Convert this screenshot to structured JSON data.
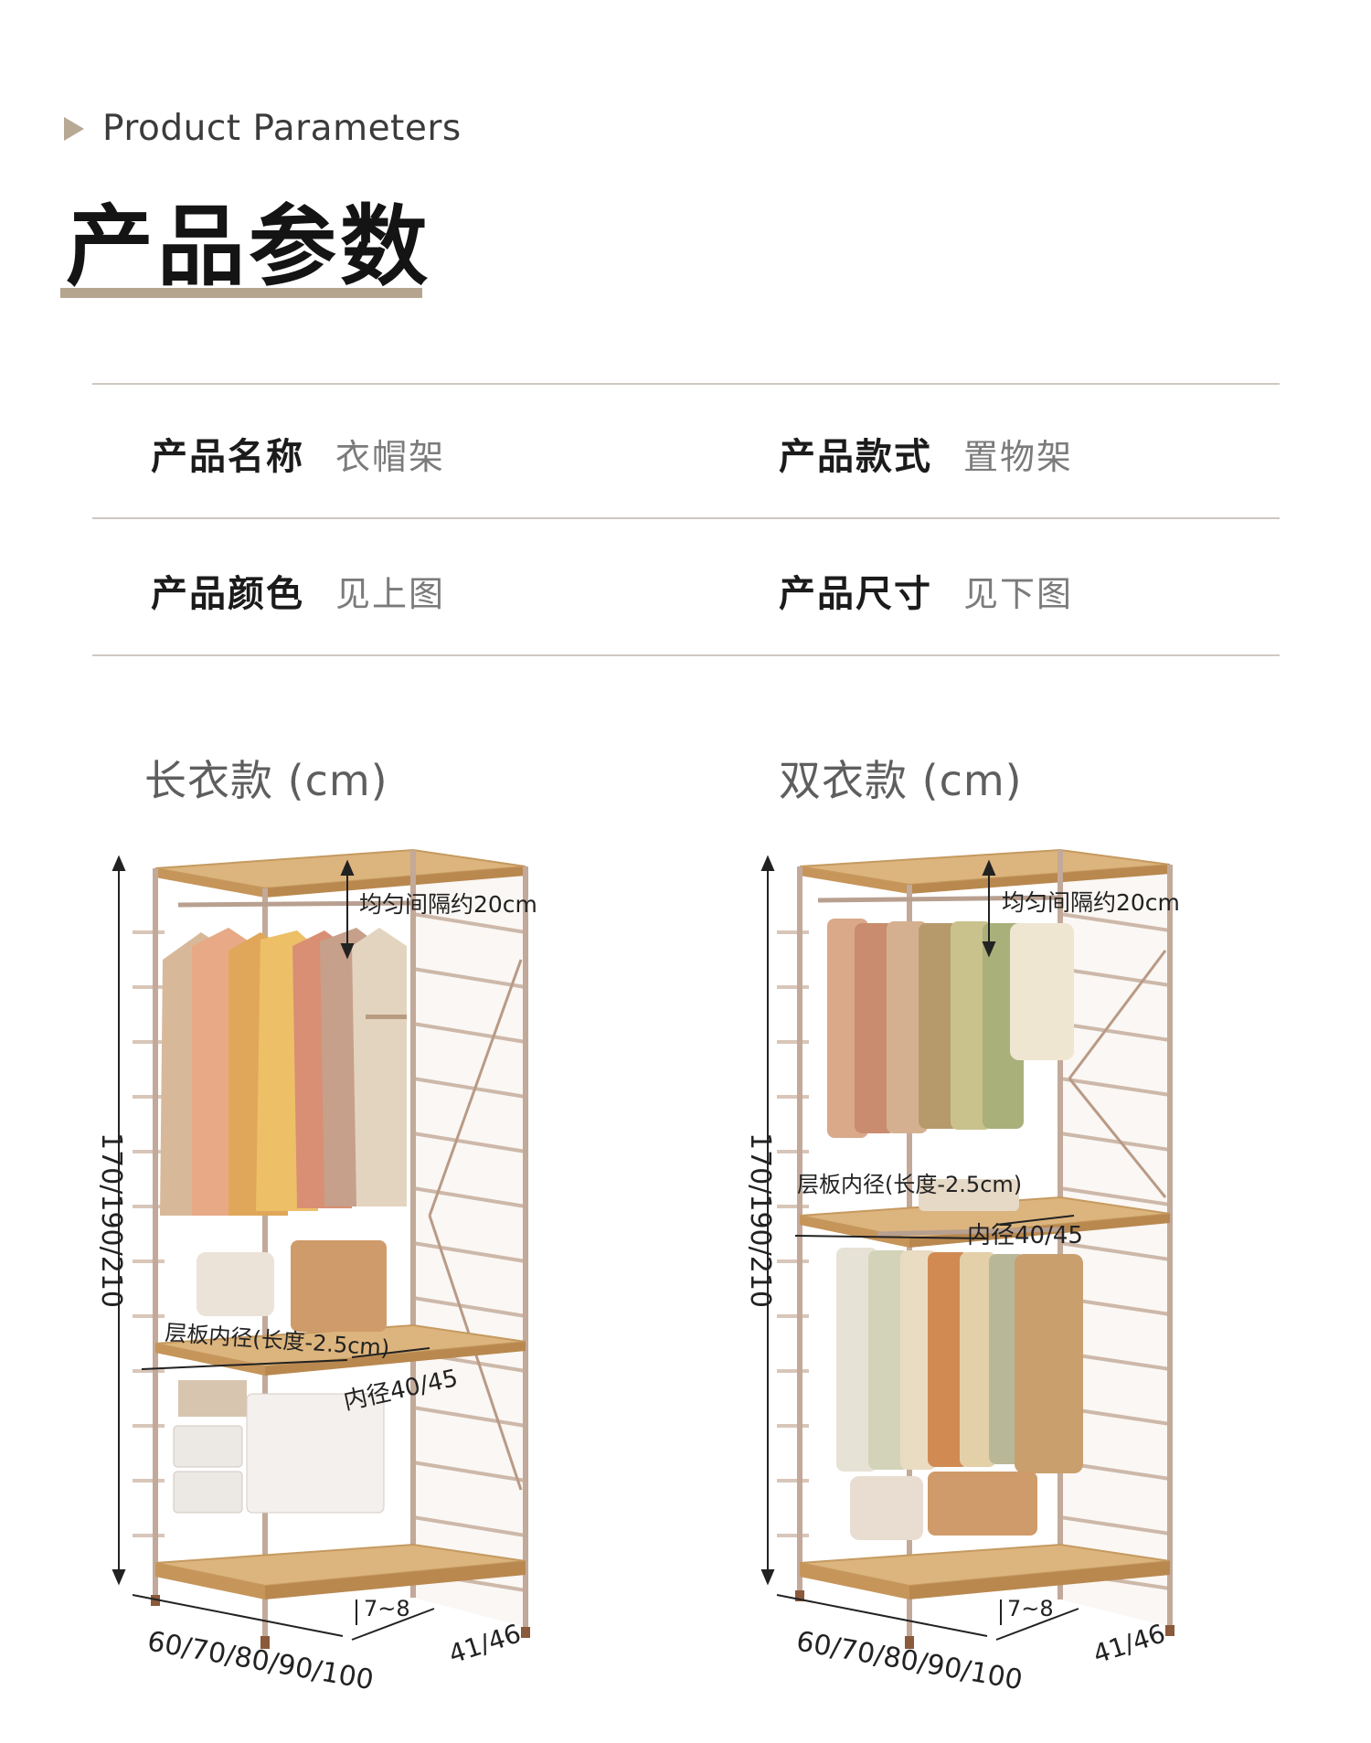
{
  "section_heading": {
    "english": "Product Parameters",
    "chinese": "产品参数"
  },
  "params": [
    {
      "label": "产品名称",
      "value": "衣帽架"
    },
    {
      "label": "产品款式",
      "value": "置物架"
    },
    {
      "label": "产品颜色",
      "value": "见上图"
    },
    {
      "label": "产品尺寸",
      "value": "见下图"
    }
  ],
  "models": [
    {
      "name": "长衣款 (cm)",
      "dims": {
        "height": "170/190/210",
        "spacing": "均匀间隔约20cm",
        "shelf_inner": "层板内径(长度-2.5cm)",
        "inner_diameter": "内径40/45",
        "foot": "7~8",
        "width": "60/70/80/90/100",
        "depth": "41/46"
      }
    },
    {
      "name": "双衣款 (cm)",
      "dims": {
        "height": "170/190/210",
        "spacing": "均匀间隔约20cm",
        "shelf_inner": "层板内径(长度-2.5cm)",
        "inner_diameter": "内径40/45",
        "foot": "7~8",
        "width": "60/70/80/90/100",
        "depth": "41/46"
      }
    }
  ],
  "colors": {
    "accent": "#b5a58e",
    "frame": "#c9b3a2",
    "wood": "#d9b07a",
    "rule": "#cfc8c0"
  }
}
